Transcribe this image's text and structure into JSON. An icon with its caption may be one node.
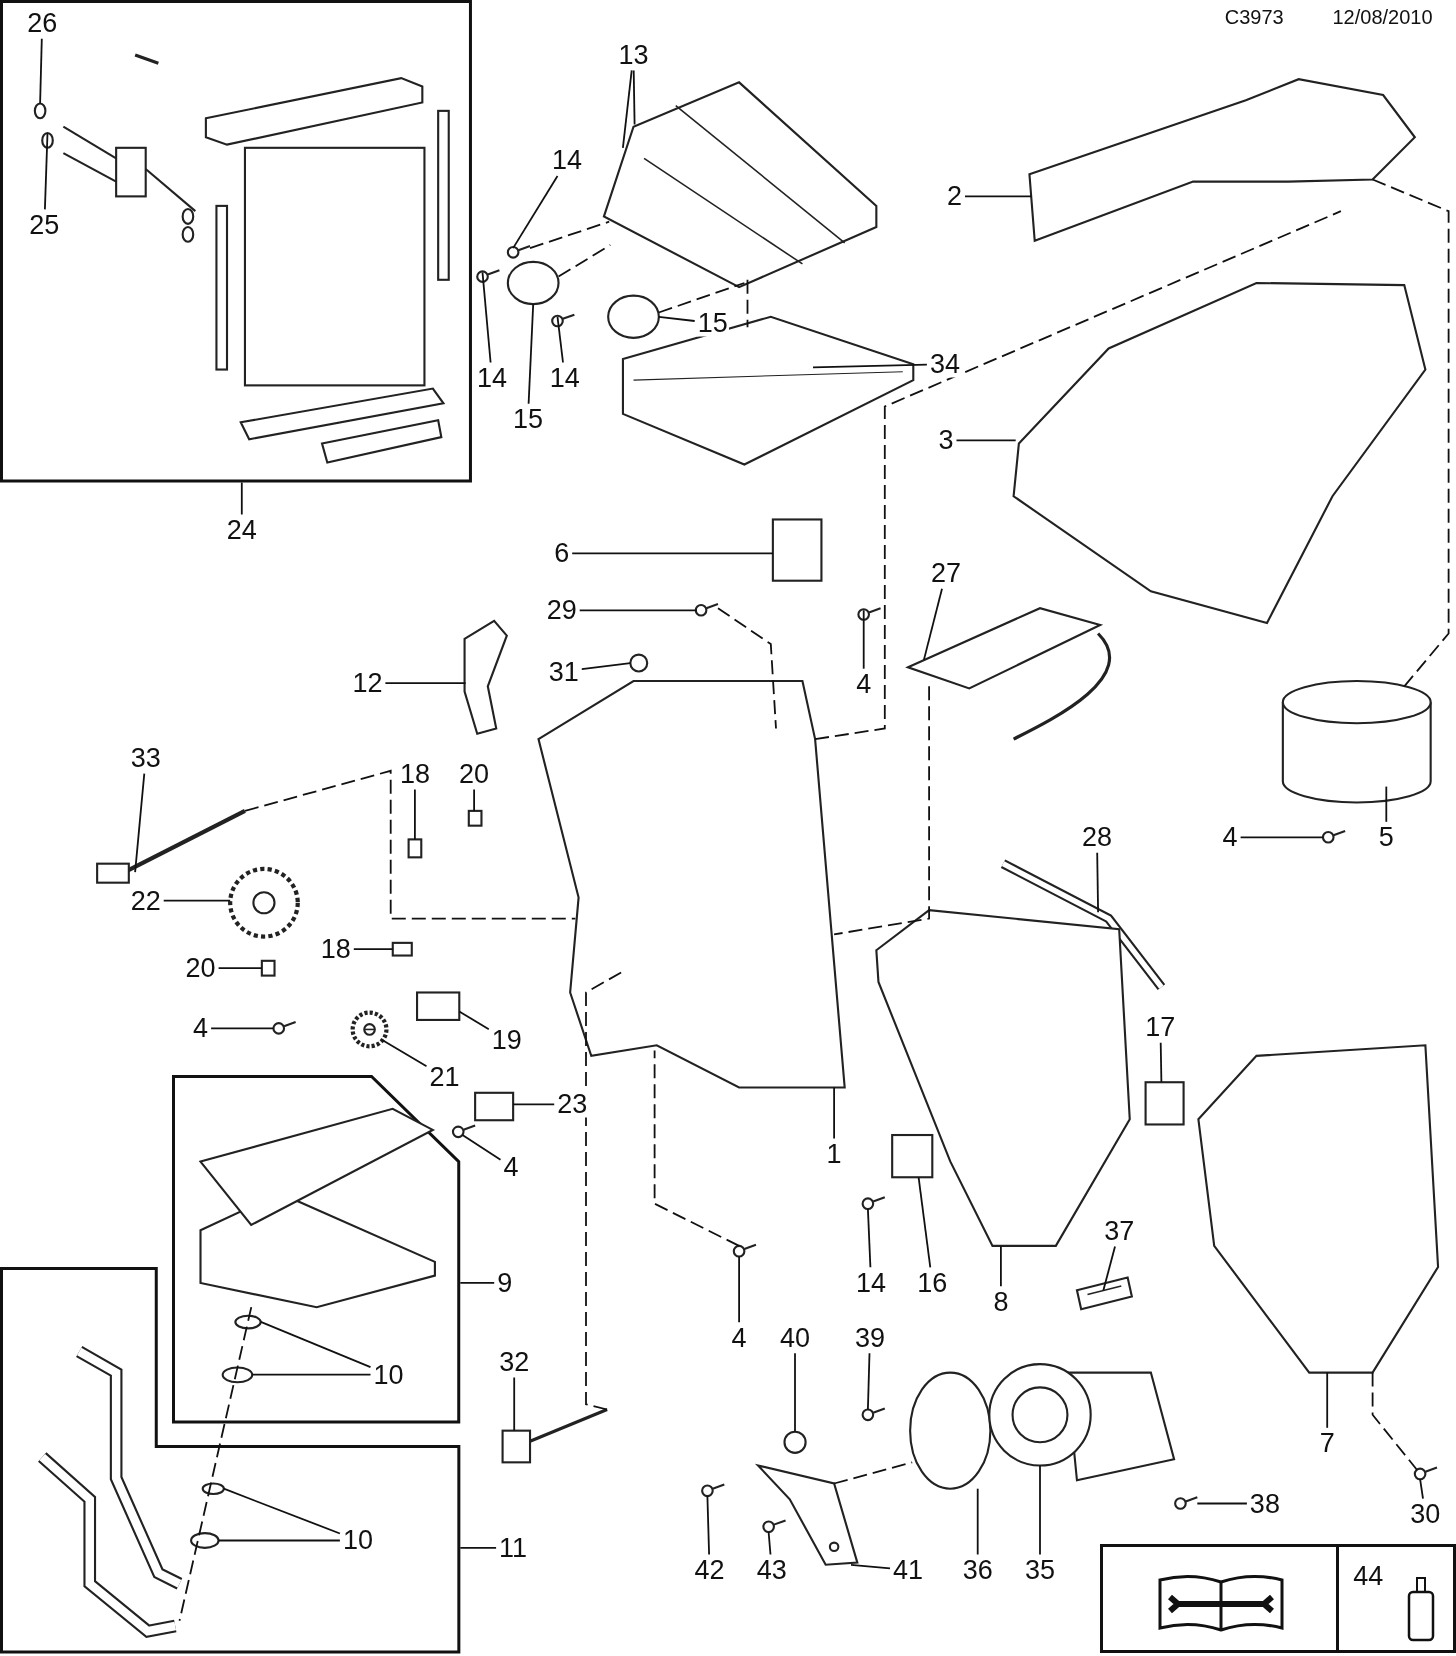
{
  "diagram": {
    "nodes": [
      {
        "text": [],
        "shape": "box"
      },
      {
        "text": [
          "26"
        ],
        "in": 0
      },
      {
        "text": [
          "25"
        ],
        "in": 0
      },
      {
        "text": [
          "13"
        ]
      },
      {
        "text": [
          "14"
        ]
      },
      {
        "text": [
          "2"
        ]
      },
      {
        "text": [
          "14"
        ]
      },
      {
        "text": [
          "15"
        ]
      },
      {
        "text": [
          "14"
        ]
      },
      {
        "text": [
          "15"
        ]
      },
      {
        "text": [
          "34"
        ]
      },
      {
        "text": [
          "3"
        ]
      },
      {
        "text": [
          "24"
        ]
      },
      {
        "text": [
          "6"
        ]
      },
      {
        "text": [
          "27"
        ]
      },
      {
        "text": [
          "29"
        ]
      },
      {
        "text": [
          "4"
        ]
      },
      {
        "text": [
          "12"
        ]
      },
      {
        "text": [
          "31"
        ]
      },
      {
        "text": [
          "33"
        ]
      },
      {
        "text": [
          "18"
        ]
      },
      {
        "text": [
          "20"
        ]
      },
      {
        "text": [
          "4"
        ]
      },
      {
        "text": [
          "5"
        ]
      },
      {
        "text": [
          "28"
        ]
      },
      {
        "text": [
          "22"
        ]
      },
      {
        "text": [
          "18"
        ]
      },
      {
        "text": [
          "20"
        ]
      },
      {
        "text": [
          "17"
        ]
      },
      {
        "text": [
          "4"
        ]
      },
      {
        "text": [
          "19"
        ]
      },
      {
        "text": [
          "21"
        ]
      },
      {
        "text": [
          "23"
        ]
      },
      {
        "text": [
          "1"
        ]
      },
      {
        "text": [
          "4"
        ]
      },
      {
        "text": [],
        "shape": "box"
      },
      {
        "text": [
          "10"
        ],
        "in": 35
      },
      {
        "text": [
          "9"
        ]
      },
      {
        "text": [
          "14"
        ]
      },
      {
        "text": [
          "16"
        ]
      },
      {
        "text": [
          "8"
        ]
      },
      {
        "text": [
          "37"
        ]
      },
      {
        "text": [
          "4"
        ]
      },
      {
        "text": [
          "40"
        ]
      },
      {
        "text": [
          "39"
        ]
      },
      {
        "text": [
          "32"
        ]
      },
      {
        "text": [
          "7"
        ]
      },
      {
        "text": [],
        "shape": "box"
      },
      {
        "text": [
          "10"
        ],
        "in": 47
      },
      {
        "text": [
          "11"
        ]
      },
      {
        "text": [
          "38"
        ]
      },
      {
        "text": [
          "30"
        ]
      },
      {
        "text": [
          "42"
        ]
      },
      {
        "text": [
          "43"
        ]
      },
      {
        "text": [
          "41"
        ]
      },
      {
        "text": [
          "36"
        ]
      },
      {
        "text": [
          "35"
        ]
      },
      {
        "text": [
          "44"
        ]
      },
      {
        "text": [],
        "shape": "circle",
        "in": 0
      },
      {
        "text": [],
        "shape": "circle",
        "in": 0
      },
      {
        "text": [],
        "shape": "picture"
      },
      {
        "text": [],
        "shape": "picture"
      },
      {
        "text": [],
        "shape": "picture"
      },
      {
        "text": [],
        "shape": "picture"
      },
      {
        "text": [],
        "shape": "circle"
      },
      {
        "text": [],
        "shape": "picture"
      },
      {
        "text": [],
        "shape": "circle"
      },
      {
        "text": [],
        "shape": "picture"
      },
      {
        "text": [],
        "shape": "picture"
      },
      {
        "text": [],
        "shape": "box"
      },
      {
        "text": [],
        "shape": "picture"
      },
      {
        "text": [],
        "shape": "picture"
      },
      {
        "text": [],
        "shape": "picture"
      },
      {
        "text": [],
        "shape": "picture"
      },
      {
        "text": [],
        "shape": "circle"
      },
      {
        "text": [],
        "shape": "picture"
      },
      {
        "text": [],
        "shape": "box"
      },
      {
        "text": [],
        "shape": "box"
      },
      {
        "text": [],
        "shape": "picture"
      },
      {
        "text": [],
        "shape": "picture"
      },
      {
        "text": [],
        "shape": "picture"
      },
      {
        "text": [],
        "shape": "picture"
      },
      {
        "text": [],
        "shape": "box"
      },
      {
        "text": [],
        "shape": "box"
      },
      {
        "text": [],
        "shape": "box"
      },
      {
        "text": [],
        "shape": "picture"
      },
      {
        "text": [],
        "shape": "box"
      },
      {
        "text": [],
        "shape": "picture"
      },
      {
        "text": [],
        "shape": "box"
      },
      {
        "text": [],
        "shape": "picture"
      },
      {
        "text": [],
        "shape": "picture"
      },
      {
        "text": [],
        "shape": "picture",
        "in": 35
      },
      {
        "text": [],
        "shape": "circle",
        "in": 35
      },
      {
        "text": [],
        "shape": "circle",
        "in": 35
      },
      {
        "text": [],
        "shape": "picture"
      },
      {
        "text": [],
        "shape": "box"
      },
      {
        "text": [],
        "shape": "picture"
      },
      {
        "text": [],
        "shape": "picture"
      },
      {
        "text": [],
        "shape": "picture"
      },
      {
        "text": [],
        "shape": "circle"
      },
      {
        "text": [],
        "shape": "picture"
      },
      {
        "text": [],
        "shape": "picture"
      },
      {
        "text": [],
        "shape": "picture"
      },
      {
        "text": [],
        "shape": "picture",
        "in": 47
      },
      {
        "text": [],
        "shape": "circle",
        "in": 47
      },
      {
        "text": [],
        "shape": "circle",
        "in": 47
      },
      {
        "text": [],
        "shape": "picture"
      },
      {
        "text": [],
        "shape": "picture"
      },
      {
        "text": [],
        "shape": "picture"
      },
      {
        "text": [],
        "shape": "picture"
      },
      {
        "text": [],
        "shape": "picture"
      },
      {
        "text": [],
        "shape": "circle"
      },
      {
        "text": [],
        "shape": "picture"
      }
    ],
    "edges": [
      {
        "from": 1,
        "to": 58,
        "arrow": "none"
      },
      {
        "from": 2,
        "to": 59,
        "arrow": "none"
      },
      {
        "from": 3,
        "to": 60,
        "arrow": "none"
      },
      {
        "from": 3,
        "to": 60,
        "arrow": "none"
      },
      {
        "from": 4,
        "to": 62,
        "arrow": "none"
      },
      {
        "from": 5,
        "to": 61,
        "arrow": "none"
      },
      {
        "from": 6,
        "to": 63,
        "arrow": "none"
      },
      {
        "from": 7,
        "to": 64,
        "arrow": "none"
      },
      {
        "from": 8,
        "to": 65,
        "arrow": "none"
      },
      {
        "from": 9,
        "to": 66,
        "arrow": "none"
      },
      {
        "from": 10,
        "to": 67,
        "arrow": "none"
      },
      {
        "from": 11,
        "to": 68,
        "arrow": "none"
      },
      {
        "from": 12,
        "to": 0,
        "arrow": "none"
      },
      {
        "from": 13,
        "to": 69,
        "arrow": "none"
      },
      {
        "from": 14,
        "to": 70,
        "arrow": "none"
      },
      {
        "from": 15,
        "to": 71,
        "arrow": "none"
      },
      {
        "from": 16,
        "to": 72,
        "arrow": "none"
      },
      {
        "from": 17,
        "to": 73,
        "arrow": "none"
      },
      {
        "from": 18,
        "to": 74,
        "arrow": "none"
      },
      {
        "from": 19,
        "to": 75,
        "arrow": "none"
      },
      {
        "from": 20,
        "to": 76,
        "arrow": "none"
      },
      {
        "from": 21,
        "to": 77,
        "arrow": "none"
      },
      {
        "from": 22,
        "to": 78,
        "arrow": "none"
      },
      {
        "from": 23,
        "to": 79,
        "arrow": "none"
      },
      {
        "from": 24,
        "to": 80,
        "arrow": "none"
      },
      {
        "from": 25,
        "to": 81,
        "arrow": "none"
      },
      {
        "from": 26,
        "to": 82,
        "arrow": "none"
      },
      {
        "from": 27,
        "to": 83,
        "arrow": "none"
      },
      {
        "from": 28,
        "to": 84,
        "arrow": "none"
      },
      {
        "from": 29,
        "to": 85,
        "arrow": "none"
      },
      {
        "from": 30,
        "to": 86,
        "arrow": "none"
      },
      {
        "from": 31,
        "to": 87,
        "arrow": "none"
      },
      {
        "from": 32,
        "to": 88,
        "arrow": "none"
      },
      {
        "from": 33,
        "to": 89,
        "arrow": "none"
      },
      {
        "from": 34,
        "to": 90,
        "arrow": "none"
      },
      {
        "from": 36,
        "to": 92,
        "arrow": "none"
      },
      {
        "from": 36,
        "to": 93,
        "arrow": "none"
      },
      {
        "from": 37,
        "to": 35,
        "arrow": "none"
      },
      {
        "from": 38,
        "to": 94,
        "arrow": "none"
      },
      {
        "from": 39,
        "to": 95,
        "arrow": "none"
      },
      {
        "from": 40,
        "to": 96,
        "arrow": "none"
      },
      {
        "from": 41,
        "to": 97,
        "arrow": "none"
      },
      {
        "from": 42,
        "to": 98,
        "arrow": "none"
      },
      {
        "from": 43,
        "to": 99,
        "arrow": "none"
      },
      {
        "from": 44,
        "to": 100,
        "arrow": "none"
      },
      {
        "from": 45,
        "to": 101,
        "arrow": "none"
      },
      {
        "from": 46,
        "to": 102,
        "arrow": "none"
      },
      {
        "from": 48,
        "to": 104,
        "arrow": "none"
      },
      {
        "from": 48,
        "to": 105,
        "arrow": "none"
      },
      {
        "from": 49,
        "to": 47,
        "arrow": "none"
      },
      {
        "from": 50,
        "to": 106,
        "arrow": "none"
      },
      {
        "from": 51,
        "to": 107,
        "arrow": "none"
      },
      {
        "from": 52,
        "to": 108,
        "arrow": "none"
      },
      {
        "from": 53,
        "to": 109,
        "arrow": "none"
      },
      {
        "from": 54,
        "to": 110,
        "arrow": "none"
      },
      {
        "from": 55,
        "to": 111,
        "arrow": "none"
      },
      {
        "from": 56,
        "to": 112,
        "arrow": "none"
      },
      {
        "from": 61,
        "to": 79,
        "arrow": "none",
        "style": "dashed"
      },
      {
        "from": 89,
        "to": 61,
        "arrow": "none",
        "style": "dashed"
      },
      {
        "from": 60,
        "to": 67,
        "arrow": "none",
        "style": "dashed"
      },
      {
        "from": 70,
        "to": 89,
        "arrow": "none",
        "style": "dashed"
      },
      {
        "from": 75,
        "to": 89,
        "arrow": "none",
        "style": "dashed"
      },
      {
        "from": 98,
        "to": 89,
        "arrow": "none",
        "style": "dashed"
      },
      {
        "from": 101,
        "to": 89,
        "arrow": "none",
        "style": "dashed"
      },
      {
        "from": 102,
        "to": 107,
        "arrow": "none",
        "style": "dashed"
      },
      {
        "from": 91,
        "to": 103,
        "arrow": "none",
        "style": "dashed"
      },
      {
        "from": 110,
        "to": 111,
        "arrow": "none",
        "style": "dashed"
      },
      {
        "from": 71,
        "to": 89,
        "arrow": "none",
        "style": "dashed"
      },
      {
        "from": 62,
        "to": 60,
        "arrow": "none",
        "style": "dashed"
      },
      {
        "from": 64,
        "to": 60,
        "arrow": "none",
        "style": "dashed"
      },
      {
        "from": 66,
        "to": 60,
        "arrow": "none",
        "style": "dashed"
      }
    ],
    "labels": [
      "C3973",
      "12/08/2010"
    ]
  }
}
